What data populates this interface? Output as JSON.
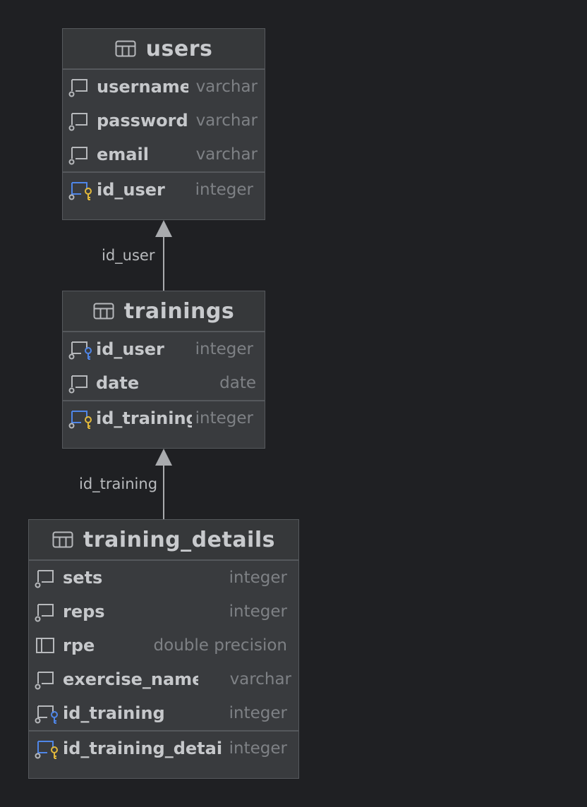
{
  "tables": {
    "users": {
      "name": "users",
      "columns": [
        {
          "name": "username",
          "type": "varchar",
          "kind": "column"
        },
        {
          "name": "password",
          "type": "varchar",
          "kind": "column"
        },
        {
          "name": "email",
          "type": "varchar",
          "kind": "column"
        },
        {
          "name": "id_user",
          "type": "integer",
          "kind": "primary-key"
        }
      ]
    },
    "trainings": {
      "name": "trainings",
      "columns": [
        {
          "name": "id_user",
          "type": "integer",
          "kind": "foreign-key"
        },
        {
          "name": "date",
          "type": "date",
          "kind": "column"
        },
        {
          "name": "id_training",
          "type": "integer",
          "kind": "primary-key"
        }
      ]
    },
    "training_details": {
      "name": "training_details",
      "columns": [
        {
          "name": "sets",
          "type": "integer",
          "kind": "column"
        },
        {
          "name": "reps",
          "type": "integer",
          "kind": "column"
        },
        {
          "name": "rpe",
          "type": "double precision",
          "kind": "column-nullable"
        },
        {
          "name": "exercise_name",
          "type": "varchar",
          "kind": "column"
        },
        {
          "name": "id_training",
          "type": "integer",
          "kind": "foreign-key"
        },
        {
          "name": "id_training_details",
          "type": "integer",
          "kind": "primary-key"
        }
      ]
    }
  },
  "relations": [
    {
      "from": "trainings",
      "to": "users",
      "label": "id_user"
    },
    {
      "from": "training_details",
      "to": "trainings",
      "label": "id_training"
    }
  ],
  "colors": {
    "background": "#1f2023",
    "pk_key": "#e2b93b",
    "fk_key": "#4f86e8",
    "arrow": "#a9abae"
  }
}
